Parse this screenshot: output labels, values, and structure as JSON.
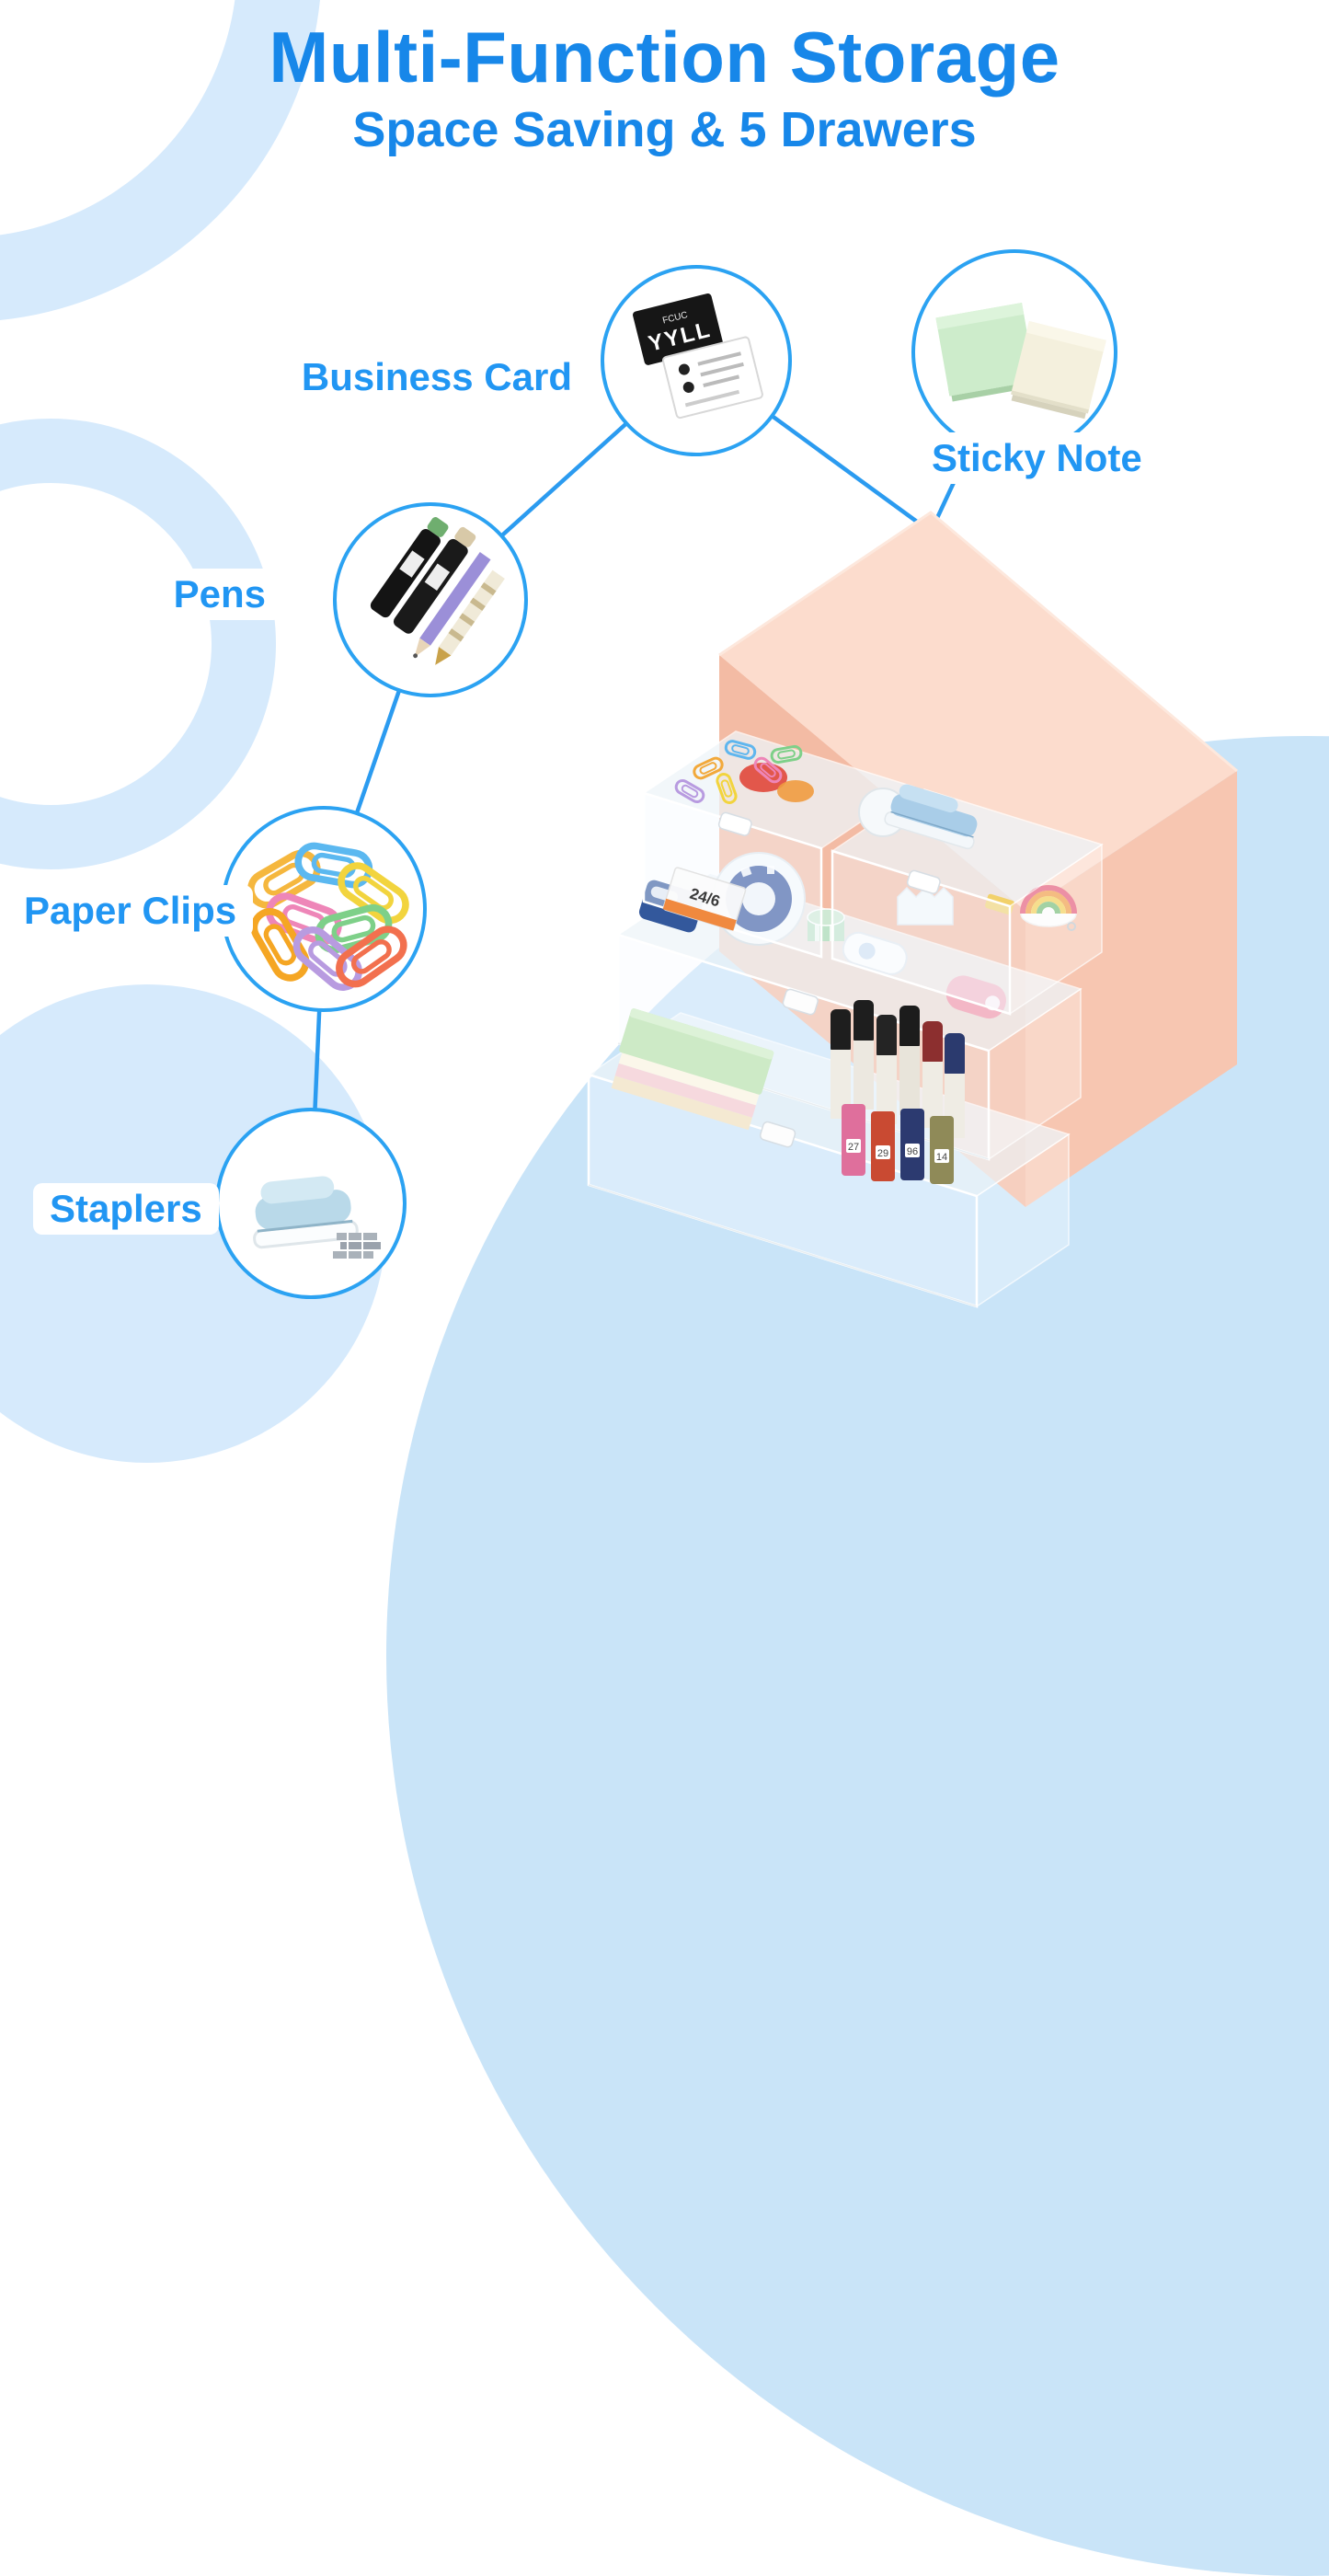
{
  "title": "Multi-Function Storage",
  "subtitle": "Space Saving & 5 Drawers",
  "colors": {
    "accent_blue": "#1787e9",
    "label_blue": "#2196f3",
    "line_blue": "#2b9bf0",
    "background_blue": "#c9e4f8",
    "box_pink_top": "#fcdccd",
    "box_pink_right": "#f7c6b1",
    "box_pink_front": "#f3bba4"
  },
  "callouts": [
    {
      "id": "business-card",
      "label": "Business Card"
    },
    {
      "id": "sticky-note",
      "label": "Sticky Note"
    },
    {
      "id": "pens",
      "label": "Pens"
    },
    {
      "id": "paper-clips",
      "label": "Paper Clips"
    },
    {
      "id": "staplers",
      "label": "Staplers"
    }
  ],
  "business_card": {
    "brand": "YYLL",
    "brand_sub": "FCUC"
  },
  "product": {
    "description": "Pink 5-drawer desktop storage organizer with clear drawers",
    "staples_label": "24/6",
    "marker_labels": [
      "27",
      "29",
      "96",
      "14"
    ]
  }
}
